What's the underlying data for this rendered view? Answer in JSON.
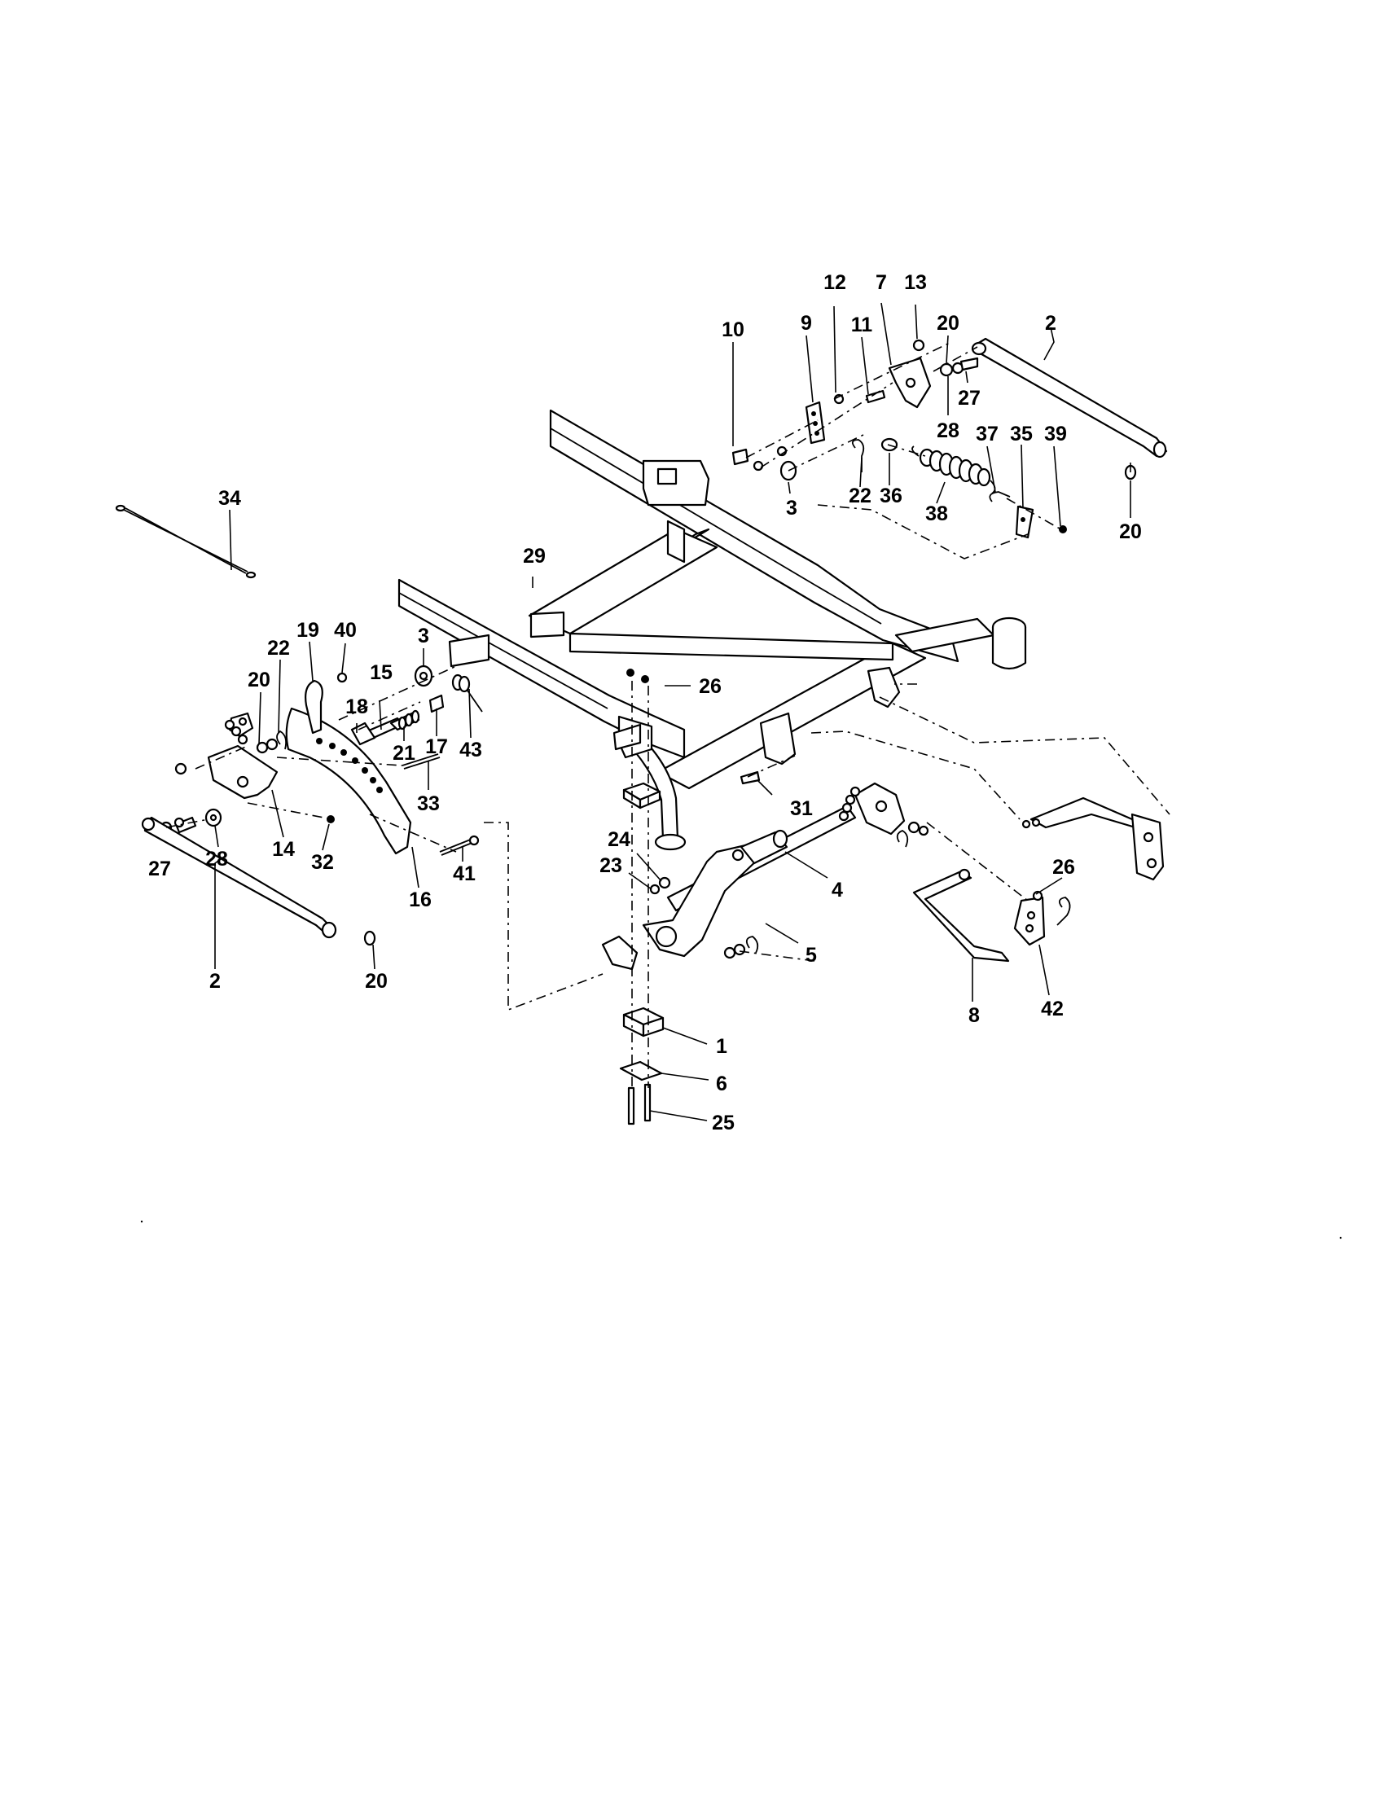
{
  "diagram": {
    "type": "exploded-parts-view",
    "callouts": [
      "1",
      "2",
      "3",
      "4",
      "5",
      "6",
      "7",
      "8",
      "9",
      "10",
      "11",
      "12",
      "13",
      "14",
      "15",
      "16",
      "17",
      "18",
      "19",
      "20",
      "21",
      "22",
      "23",
      "24",
      "25",
      "26",
      "27",
      "28",
      "29",
      "31",
      "32",
      "33",
      "34",
      "35",
      "36",
      "37",
      "38",
      "39",
      "40",
      "41",
      "42",
      "43"
    ],
    "labels": [
      {
        "id": "l10",
        "text": "10"
      },
      {
        "id": "l9",
        "text": "9"
      },
      {
        "id": "l12",
        "text": "12"
      },
      {
        "id": "l7",
        "text": "7"
      },
      {
        "id": "l13",
        "text": "13"
      },
      {
        "id": "l11",
        "text": "11"
      },
      {
        "id": "l20a",
        "text": "20"
      },
      {
        "id": "l2a",
        "text": "2"
      },
      {
        "id": "l27a",
        "text": "27"
      },
      {
        "id": "l28a",
        "text": "28"
      },
      {
        "id": "l37",
        "text": "37"
      },
      {
        "id": "l35",
        "text": "35"
      },
      {
        "id": "l39",
        "text": "39"
      },
      {
        "id": "l3a",
        "text": "3"
      },
      {
        "id": "l22a",
        "text": "22"
      },
      {
        "id": "l36",
        "text": "36"
      },
      {
        "id": "l38",
        "text": "38"
      },
      {
        "id": "l20b",
        "text": "20"
      },
      {
        "id": "l34",
        "text": "34"
      },
      {
        "id": "l29",
        "text": "29"
      },
      {
        "id": "l26a",
        "text": "26"
      },
      {
        "id": "l19",
        "text": "19"
      },
      {
        "id": "l40",
        "text": "40"
      },
      {
        "id": "l22b",
        "text": "22"
      },
      {
        "id": "l3b",
        "text": "3"
      },
      {
        "id": "l15",
        "text": "15"
      },
      {
        "id": "l20c",
        "text": "20"
      },
      {
        "id": "l18",
        "text": "18"
      },
      {
        "id": "l21",
        "text": "21"
      },
      {
        "id": "l17",
        "text": "17"
      },
      {
        "id": "l43",
        "text": "43"
      },
      {
        "id": "l33",
        "text": "33"
      },
      {
        "id": "l28b",
        "text": "28"
      },
      {
        "id": "l14",
        "text": "14"
      },
      {
        "id": "l32",
        "text": "32"
      },
      {
        "id": "l27b",
        "text": "27"
      },
      {
        "id": "l41",
        "text": "41"
      },
      {
        "id": "l16",
        "text": "16"
      },
      {
        "id": "l2b",
        "text": "2"
      },
      {
        "id": "l20d",
        "text": "20"
      },
      {
        "id": "l31",
        "text": "31"
      },
      {
        "id": "l24",
        "text": "24"
      },
      {
        "id": "l23",
        "text": "23"
      },
      {
        "id": "l4",
        "text": "4"
      },
      {
        "id": "l26b",
        "text": "26"
      },
      {
        "id": "l5",
        "text": "5"
      },
      {
        "id": "l8",
        "text": "8"
      },
      {
        "id": "l42",
        "text": "42"
      },
      {
        "id": "l1",
        "text": "1"
      },
      {
        "id": "l6",
        "text": "6"
      },
      {
        "id": "l25",
        "text": "25"
      }
    ]
  }
}
